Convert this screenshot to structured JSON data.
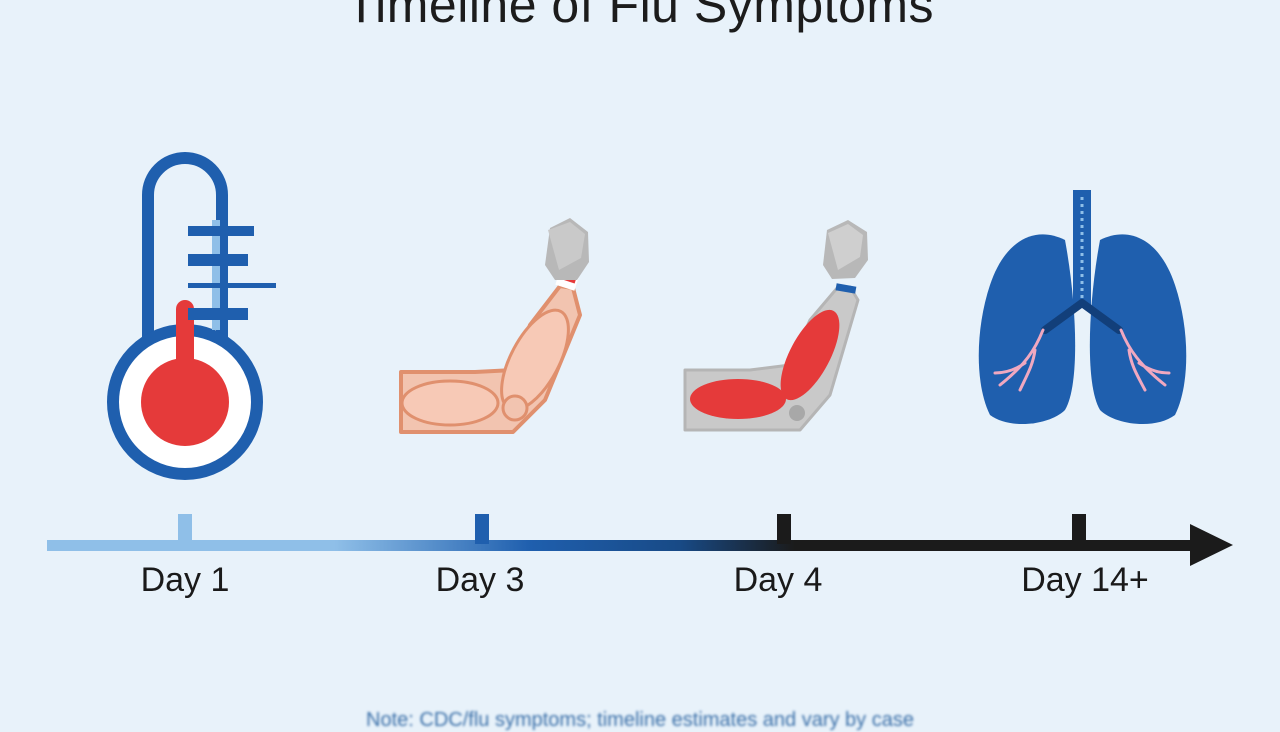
{
  "title": "Timeline of Flu Symptoms",
  "timeline": {
    "stops": [
      {
        "label": "Day 1",
        "icon": "thermometer-icon"
      },
      {
        "label": "Day 3",
        "icon": "arm-muscle-icon"
      },
      {
        "label": "Day 4",
        "icon": "arm-muscle-ache-icon"
      },
      {
        "label": "Day 14+",
        "icon": "lungs-icon"
      }
    ]
  },
  "footnote": "Note: CDC/flu symptoms; timeline estimates and vary by case",
  "colors": {
    "background": "#e8f2fa",
    "primary_blue": "#1f5fae",
    "light_blue": "#8fbfe8",
    "red": "#e53a3a",
    "skin": "#f2b8a2",
    "gray": "#c8c8c8",
    "axis_dark": "#1b1b1b"
  }
}
